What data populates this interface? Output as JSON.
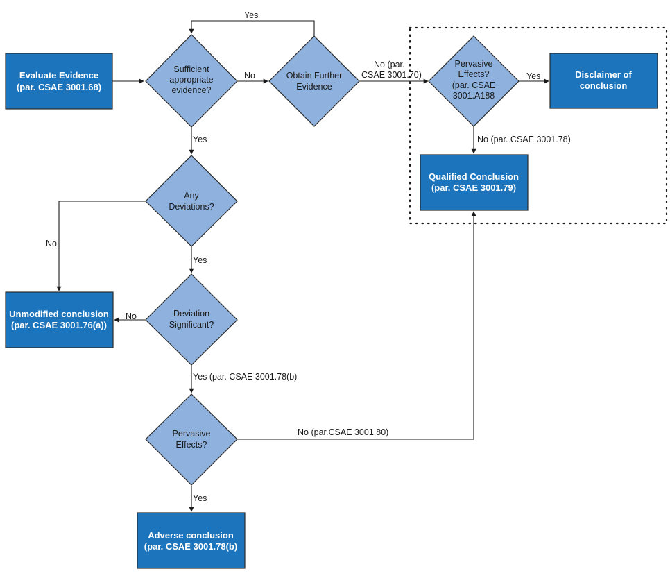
{
  "nodes": {
    "evaluate": [
      "Evaluate Evidence",
      "(par. CSAE 3001.68)"
    ],
    "sufficient": [
      "Sufficient",
      "appropriate",
      "evidence?"
    ],
    "obtain": [
      "Obtain Further",
      "Evidence"
    ],
    "pervasive_top": [
      "Pervasive",
      "Effects?",
      "(par. CSAE",
      "3001.A188"
    ],
    "disclaimer": [
      "Disclaimer of",
      "conclusion"
    ],
    "qualified": [
      "Qualified Conclusion",
      "(par. CSAE 3001.79)"
    ],
    "deviations": [
      "Any",
      "Deviations?"
    ],
    "unmodified": [
      "Unmodified conclusion",
      "(par. CSAE 3001.76(a))"
    ],
    "significant": [
      "Deviation",
      "Significant?"
    ],
    "pervasive_bottom": [
      "Pervasive",
      "Effects?"
    ],
    "adverse": [
      "Adverse conclusion",
      "(par. CSAE 3001.78(b)"
    ]
  },
  "edge_labels": {
    "obtain_loop_yes": "Yes",
    "sufficient_no": "No",
    "obtain_no": [
      "No  (par.",
      "CSAE 3001.70)"
    ],
    "pervasive_top_yes": "Yes",
    "pervasive_top_no": "No (par. CSAE 3001.78)",
    "sufficient_yes": "Yes",
    "deviations_no": "No",
    "deviations_yes": "Yes",
    "significant_no": "No",
    "significant_yes": "Yes (par. CSAE 3001.78(b)",
    "pervasive_bottom_no": "No (par.CSAE 3001.80)",
    "pervasive_bottom_yes": "Yes"
  },
  "colors": {
    "box_fill": "#1c75bc",
    "diamond_fill": "#8eb1dd",
    "box_text": "#ffffff",
    "line": "#1a1a1a"
  }
}
